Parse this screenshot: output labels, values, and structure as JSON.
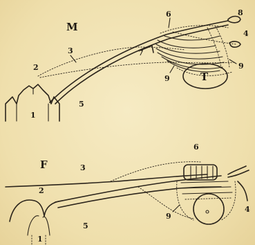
{
  "figures": {
    "top": {
      "title": "M",
      "labels": {
        "l1": "1",
        "l2": "2",
        "l3": "3",
        "l4": "4",
        "l5": "5",
        "l6": "6",
        "l7": "7",
        "l8": "8",
        "l9a": "9",
        "l9b": "9",
        "lT": "T"
      }
    },
    "bottom": {
      "title": "F",
      "labels": {
        "l1": "1",
        "l2": "2",
        "l3": "3",
        "l4": "4",
        "l5": "5",
        "l6": "6",
        "l9": "9"
      }
    }
  },
  "colors": {
    "paper": "#f1e3b3",
    "ink": "#2b241b"
  }
}
